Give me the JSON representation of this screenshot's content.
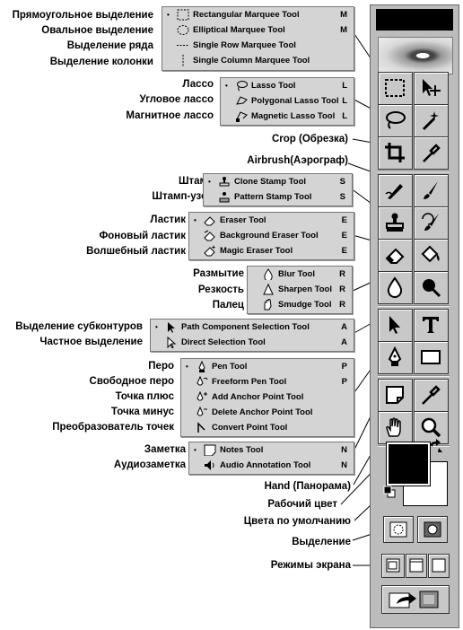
{
  "labels": {
    "rect_marquee": "Прямоугольное выделение",
    "elliptical": "Овальное выделение",
    "row": "Выделение ряда",
    "column": "Выделение колонки",
    "lasso": "Лассо",
    "poly_lasso": "Угловое лассо",
    "magnetic_lasso": "Магнитное лассо",
    "crop": "Crop (Обрезка)",
    "airbrush": "Airbrush(Аэрограф)",
    "stamp": "Штамп",
    "pattern_stamp": "Штамп-узор",
    "eraser": "Ластик",
    "bg_eraser": "Фоновый ластик",
    "magic_eraser": "Волшебный ластик",
    "blur": "Размытие",
    "sharpen": "Резкость",
    "smudge": "Палец",
    "path_sel": "Выделение субконтуров",
    "direct_sel": "Частное выделение",
    "pen": "Перо",
    "free_pen": "Свободное перо",
    "add_point": "Точка плюс",
    "del_point": "Точка минус",
    "convert_point": "Преобразователь точек",
    "note": "Заметка",
    "audio_note": "Аудиозаметка",
    "hand": "Hand (Панорама)",
    "work_color": "Рабочий цвет",
    "default_colors": "Цвета по умолчанию",
    "selection": "Выделение",
    "screen_modes": "Режимы экрана"
  },
  "flyouts": {
    "marquee": [
      {
        "bullet": "•",
        "icon": "rect-marquee-icon",
        "name": "Rectangular Marquee Tool",
        "key": "M"
      },
      {
        "bullet": "",
        "icon": "ellipse-marquee-icon",
        "name": "Elliptical Marquee Tool",
        "key": "M"
      },
      {
        "bullet": "",
        "icon": "row-marquee-icon",
        "name": "Single Row Marquee Tool",
        "key": ""
      },
      {
        "bullet": "",
        "icon": "column-marquee-icon",
        "name": "Single Column Marquee Tool",
        "key": ""
      }
    ],
    "lasso": [
      {
        "bullet": "•",
        "icon": "lasso-icon",
        "name": "Lasso Tool",
        "key": "L"
      },
      {
        "bullet": "",
        "icon": "polygonal-lasso-icon",
        "name": "Polygonal Lasso Tool",
        "key": "L"
      },
      {
        "bullet": "",
        "icon": "magnetic-lasso-icon",
        "name": "Magnetic Lasso Tool",
        "key": "L"
      }
    ],
    "stamp": [
      {
        "bullet": "•",
        "icon": "clone-stamp-icon",
        "name": "Clone Stamp Tool",
        "key": "S"
      },
      {
        "bullet": "",
        "icon": "pattern-stamp-icon",
        "name": "Pattern Stamp Tool",
        "key": "S"
      }
    ],
    "eraser": [
      {
        "bullet": "•",
        "icon": "eraser-icon",
        "name": "Eraser Tool",
        "key": "E"
      },
      {
        "bullet": "",
        "icon": "background-eraser-icon",
        "name": "Background Eraser Tool",
        "key": "E"
      },
      {
        "bullet": "",
        "icon": "magic-eraser-icon",
        "name": "Magic Eraser Tool",
        "key": "E"
      }
    ],
    "blur": [
      {
        "bullet": "",
        "icon": "blur-icon",
        "name": "Blur Tool",
        "key": "R"
      },
      {
        "bullet": "",
        "icon": "sharpen-icon",
        "name": "Sharpen Tool",
        "key": "R"
      },
      {
        "bullet": "",
        "icon": "smudge-icon",
        "name": "Smudge Tool",
        "key": "R"
      }
    ],
    "selection": [
      {
        "bullet": "•",
        "icon": "path-selection-icon",
        "name": "Path Component Selection Tool",
        "key": "A"
      },
      {
        "bullet": "",
        "icon": "direct-selection-icon",
        "name": "Direct Selection Tool",
        "key": "A"
      }
    ],
    "pen": [
      {
        "bullet": "•",
        "icon": "pen-icon",
        "name": "Pen Tool",
        "key": "P"
      },
      {
        "bullet": "",
        "icon": "freeform-pen-icon",
        "name": "Freeform Pen Tool",
        "key": "P"
      },
      {
        "bullet": "",
        "icon": "add-anchor-icon",
        "name": "Add Anchor Point Tool",
        "key": ""
      },
      {
        "bullet": "",
        "icon": "delete-anchor-icon",
        "name": "Delete Anchor Point Tool",
        "key": ""
      },
      {
        "bullet": "",
        "icon": "convert-point-icon",
        "name": "Convert Point Tool",
        "key": ""
      }
    ],
    "notes": [
      {
        "bullet": "•",
        "icon": "notes-icon",
        "name": "Notes Tool",
        "key": "N"
      },
      {
        "bullet": "",
        "icon": "audio-annotation-icon",
        "name": "Audio Annotation Tool",
        "key": "N"
      }
    ]
  },
  "colors": {
    "foreground": "#000000",
    "background": "#ffffff",
    "panel": "#bcbcbc",
    "flyout": "#d4d4d4"
  }
}
